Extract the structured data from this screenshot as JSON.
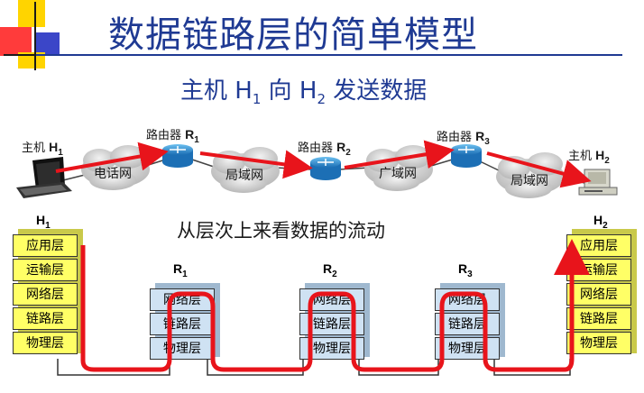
{
  "title": "数据链路层的简单模型",
  "subtitle": {
    "prefix": "主机 H",
    "sub1": "1",
    "middle": " 向 H",
    "sub2": "2",
    "suffix": " 发送数据"
  },
  "section_label": "从层次上来看数据的流动",
  "network": {
    "host1": {
      "label": "主机 ",
      "name": "H",
      "sub": "1"
    },
    "host2": {
      "label": "主机 ",
      "name": "H",
      "sub": "2"
    },
    "routers": [
      {
        "label": "路由器 ",
        "name": "R",
        "sub": "1"
      },
      {
        "label": "路由器 ",
        "name": "R",
        "sub": "2"
      },
      {
        "label": "路由器 ",
        "name": "R",
        "sub": "3"
      }
    ],
    "clouds": [
      "电话网",
      "局域网",
      "广域网",
      "局域网"
    ]
  },
  "stacks": {
    "host_layers": [
      "应用层",
      "运输层",
      "网络层",
      "链路层",
      "物理层"
    ],
    "router_layers": [
      "网络层",
      "链路层",
      "物理层"
    ],
    "host1_name": "H",
    "host1_sub": "1",
    "host2_name": "H",
    "host2_sub": "2",
    "router_names": [
      {
        "name": "R",
        "sub": "1"
      },
      {
        "name": "R",
        "sub": "2"
      },
      {
        "name": "R",
        "sub": "3"
      }
    ]
  },
  "colors": {
    "title": "#1f3a93",
    "flow": "#e8141b",
    "host_layer": "#ffff66",
    "router_layer": "#cfe2f3",
    "cloud": "#c8c8c8",
    "router": "#2a8fd6"
  }
}
